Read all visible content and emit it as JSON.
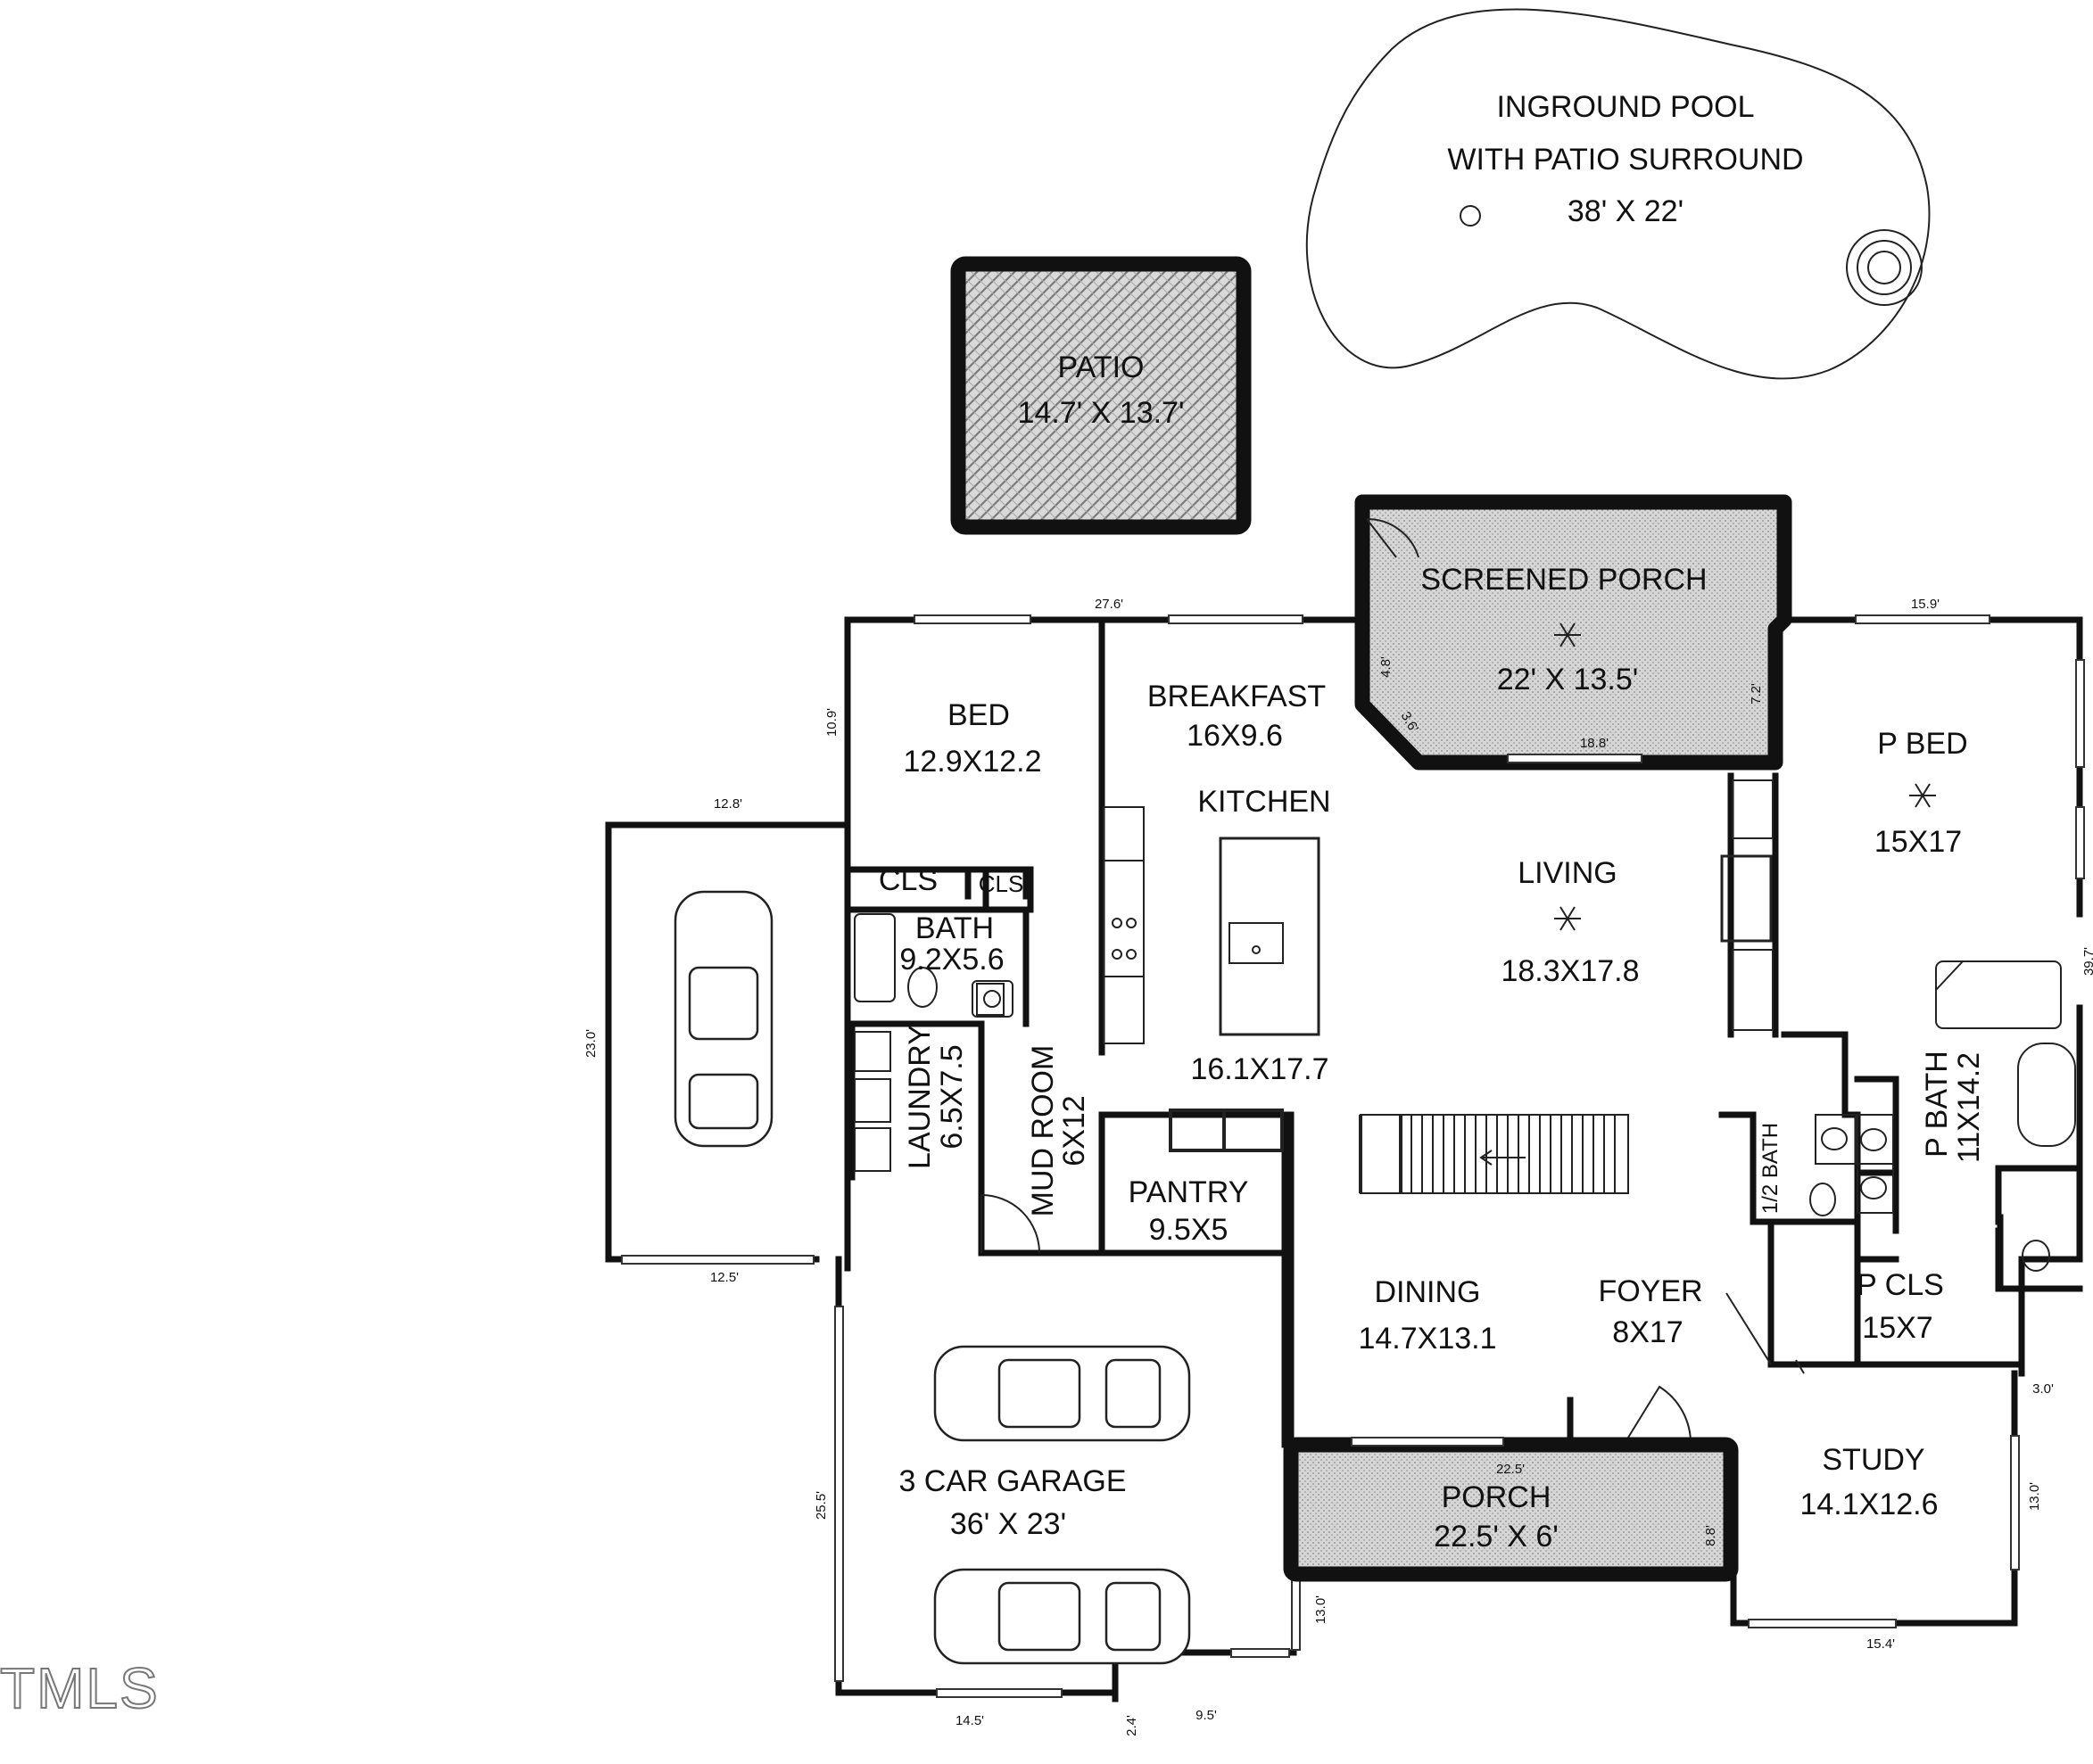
{
  "rooms": {
    "pool": {
      "line1": "INGROUND POOL",
      "line2": "WITH PATIO SURROUND",
      "size": "38' X 22'"
    },
    "patio": {
      "name": "PATIO",
      "size": "14.7' X 13.7'"
    },
    "screened_porch": {
      "name": "SCREENED PORCH",
      "size": "22' X 13.5'"
    },
    "bed": {
      "name": "BED",
      "size": "12.9X12.2"
    },
    "breakfast": {
      "name": "BREAKFAST",
      "size": "16X9.6"
    },
    "kitchen": {
      "name": "KITCHEN",
      "size": "16.1X17.7"
    },
    "living": {
      "name": "LIVING",
      "size": "18.3X17.8"
    },
    "p_bed": {
      "name": "P BED",
      "size": "15X17"
    },
    "cls_1": {
      "name": "CLS"
    },
    "cls_2": {
      "name": "CLS"
    },
    "bath": {
      "name": "BATH",
      "size": "9.2X5.6"
    },
    "laundry": {
      "name": "LAUNDRY",
      "size": "6.5X7.5"
    },
    "mud_room": {
      "name": "MUD ROOM",
      "size": "6X12"
    },
    "pantry": {
      "name": "PANTRY",
      "size": "9.5X5"
    },
    "half_bath": {
      "name": "1/2 BATH"
    },
    "p_bath": {
      "name": "P BATH",
      "size": "11X14.2"
    },
    "dining": {
      "name": "DINING",
      "size": "14.7X13.1"
    },
    "foyer": {
      "name": "FOYER",
      "size": "8X17"
    },
    "p_cls": {
      "name": "P CLS",
      "size": "15X7"
    },
    "garage": {
      "name": "3 CAR GARAGE",
      "size": "36' X 23'"
    },
    "porch": {
      "name": "PORCH",
      "size": "22.5' X 6'"
    },
    "study": {
      "name": "STUDY",
      "size": "14.1X12.6"
    }
  },
  "dimensions": {
    "d_27_6": "27.6'",
    "d_15_9": "15.9'",
    "d_10_9": "10.9'",
    "d_4_8": "4.8'",
    "d_3_6": "3.6'",
    "d_18_8": "18.8'",
    "d_7_2": "7.2'",
    "d_12_8": "12.8'",
    "d_23_0": "23.0'",
    "d_39_7": "39.7'",
    "d_12_5": "12.5'",
    "d_3_0": "3.0'",
    "d_22_5": "22.5'",
    "d_8_8": "8.8'",
    "d_13_0_study": "13.0'",
    "d_25_5": "25.5'",
    "d_13_0_garage": "13.0'",
    "d_15_4": "15.4'",
    "d_2_4": "2.4'",
    "d_9_5": "9.5'",
    "d_14_5": "14.5'"
  },
  "watermark": "TMLS"
}
